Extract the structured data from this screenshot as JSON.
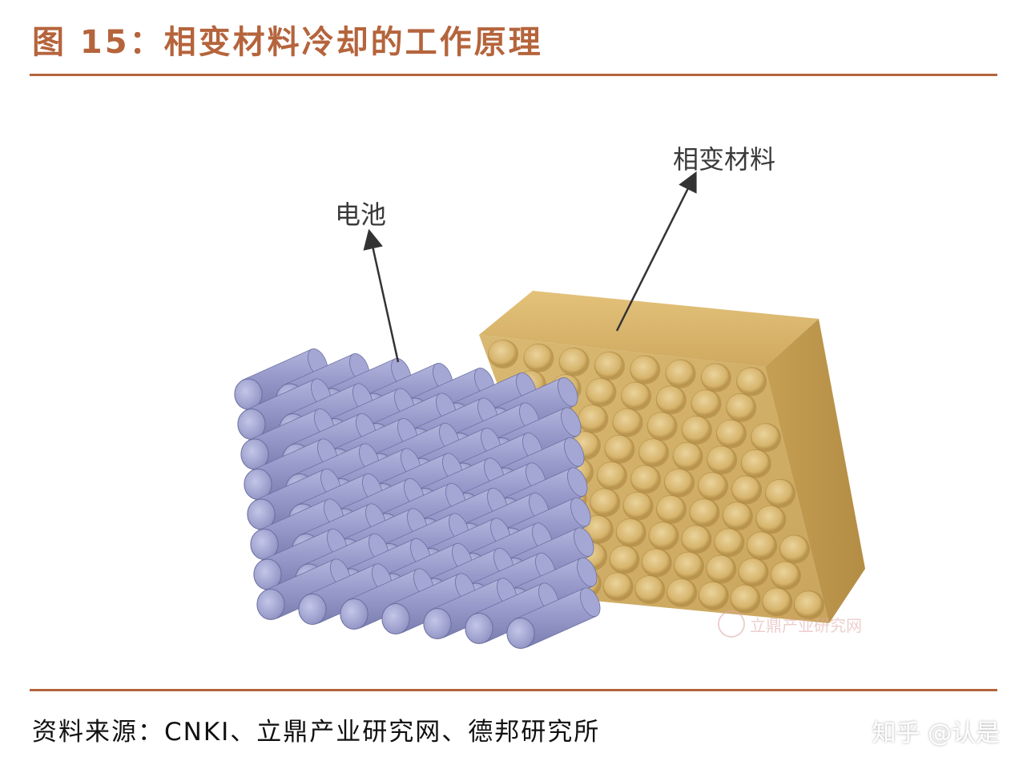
{
  "title": "图 15：相变材料冷却的工作原理",
  "labels": {
    "battery": "电池",
    "pcm": "相变材料"
  },
  "watermark": "立鼎产业研究网",
  "source": "资料来源：CNKI、立鼎产业研究网、德邦研究所",
  "brand": "知乎 @认是",
  "colors": {
    "accent": "#b5643c",
    "battery": "#8f93c2",
    "pcm": "#d2b068"
  }
}
